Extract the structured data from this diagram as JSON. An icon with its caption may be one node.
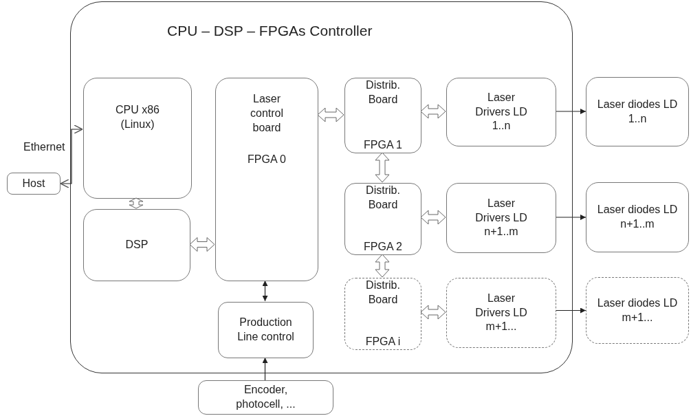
{
  "diagram": {
    "nodes": [
      {
        "text": [
          "CPU – DSP – FPGAs Controller"
        ]
      },
      {
        "text": [
          "CPU x86 (Linux)"
        ],
        "in": 0
      },
      {
        "text": [
          "DSP"
        ],
        "in": 0
      },
      {
        "text": [
          "Laser control board",
          "FPGA 0"
        ],
        "in": 0
      },
      {
        "text": [
          "Distrib. Board",
          "FPGA 1"
        ],
        "in": 0
      },
      {
        "text": [
          "Distrib. Board",
          "FPGA 2"
        ],
        "in": 0
      },
      {
        "text": [
          "Distrib. Board",
          "FPGA i"
        ],
        "in": 0
      },
      {
        "text": [
          "Laser Drivers LD 1..n"
        ],
        "in": 0
      },
      {
        "text": [
          "Laser Drivers LD n+1..m"
        ],
        "in": 0
      },
      {
        "text": [
          "Laser Drivers LD m+1..."
        ],
        "in": 0
      },
      {
        "text": [
          "Laser diodes LD 1..n"
        ]
      },
      {
        "text": [
          "Laser diodes LD n+1..m"
        ]
      },
      {
        "text": [
          "Laser diodes LD m+1..."
        ]
      },
      {
        "text": [
          "Production Line control"
        ],
        "in": 0
      },
      {
        "text": [
          "Encoder, photocell, ..."
        ]
      },
      {
        "text": [
          "Host"
        ]
      }
    ],
    "edges": [
      {
        "from": 15,
        "to": 1,
        "arrow": "both",
        "label": "Ethernet"
      },
      {
        "from": 1,
        "to": 2,
        "arrow": "both",
        "style": "thick"
      },
      {
        "from": 2,
        "to": 3,
        "arrow": "both",
        "style": "thick"
      },
      {
        "from": 3,
        "to": 4,
        "arrow": "both",
        "style": "thick"
      },
      {
        "from": 4,
        "to": 7,
        "arrow": "both",
        "style": "thick"
      },
      {
        "from": 4,
        "to": 5,
        "arrow": "both",
        "style": "thick"
      },
      {
        "from": 5,
        "to": 8,
        "arrow": "both",
        "style": "thick"
      },
      {
        "from": 5,
        "to": 6,
        "arrow": "both",
        "style": "thick"
      },
      {
        "from": 6,
        "to": 9,
        "arrow": "both",
        "style": "thick"
      },
      {
        "from": 7,
        "to": 10,
        "arrow": "to"
      },
      {
        "from": 8,
        "to": 11,
        "arrow": "to"
      },
      {
        "from": 9,
        "to": 12,
        "arrow": "to"
      },
      {
        "from": 3,
        "to": 13,
        "arrow": "both"
      },
      {
        "from": 14,
        "to": 13,
        "arrow": "to"
      }
    ]
  }
}
